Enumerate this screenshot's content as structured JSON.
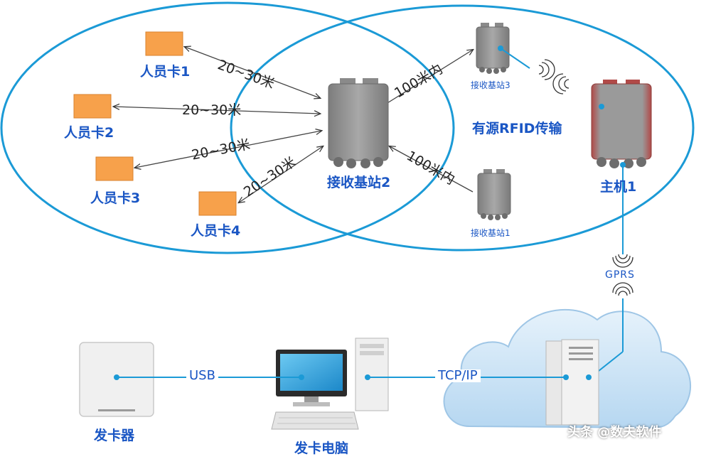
{
  "cards": [
    {
      "label": "人员卡1"
    },
    {
      "label": "人员卡2"
    },
    {
      "label": "人员卡3"
    },
    {
      "label": "人员卡4"
    }
  ],
  "distances": {
    "card1": "20~30米",
    "card2": "20~30米",
    "card3": "20~30米",
    "card4": "20~30米",
    "station3": "100米内",
    "station1": "100米内"
  },
  "stations": {
    "station2": "接收基站2",
    "station3": "接收基站3",
    "station1": "接收基站1"
  },
  "rfid_label": "有源RFID传输",
  "host_label": "主机1",
  "gprs_label": "GPRS",
  "usb_label": "USB",
  "tcpip_label": "TCP/IP",
  "card_issuer_label": "发卡器",
  "pc_label": "发卡电脑",
  "watermark": "头条 @数夫软件",
  "colors": {
    "ellipse": "#1b9ad6",
    "card": "#f7a14b",
    "device": "#8e8e8e",
    "host": "#c0504d",
    "cloud": "#c8e2f6",
    "dot": "#1b9ad6"
  }
}
